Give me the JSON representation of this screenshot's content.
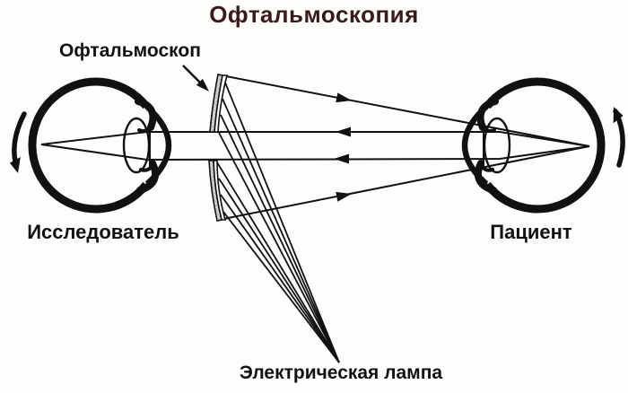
{
  "title": "Офтальмоскопия",
  "labels": {
    "ophthalmoscope": "Офтальмоскоп",
    "researcher": "Исследователь",
    "patient": "Пациент",
    "lamp": "Электрическая лампа"
  },
  "colors": {
    "background": "#fdfdfc",
    "title_text": "#3c1a19",
    "label_text": "#111111",
    "line_ink": "#111111",
    "mirror_fill": "#d8d8d8"
  }
}
